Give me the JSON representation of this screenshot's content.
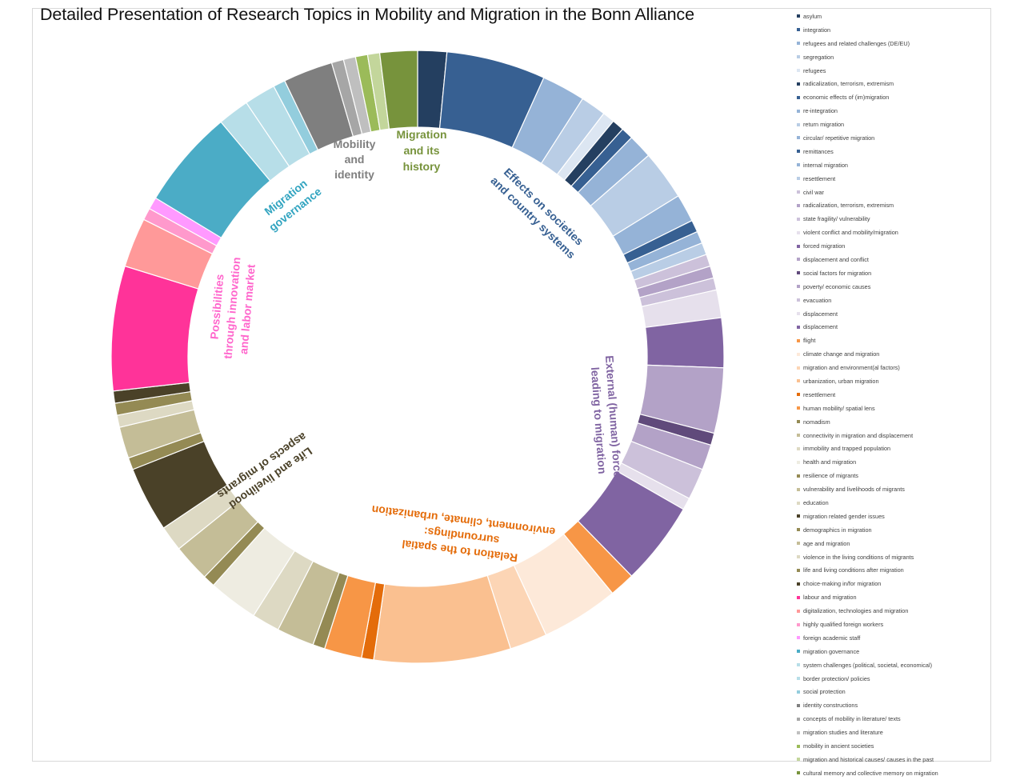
{
  "title": "Detailed Presentation of Research Topics in Mobility and Migration in the Bonn Alliance",
  "groups": [
    {
      "lines": [
        "Migration",
        "and its",
        "history"
      ],
      "color": "#77933c"
    },
    {
      "lines": [
        "Effects on societies",
        "and country systems"
      ],
      "color": "#376092"
    },
    {
      "lines": [
        "External (human) forces",
        "leading to migration"
      ],
      "color": "#8064a2"
    },
    {
      "lines": [
        "Relation to the spatial",
        "surroundings:",
        "environment, climate, urbanization"
      ],
      "color": "#e46c0a"
    },
    {
      "lines": [
        "Life and livelihood",
        "aspects of migrants"
      ],
      "color": "#4a4128"
    },
    {
      "lines": [
        "Possibilities",
        "through innovation",
        "and labor market"
      ],
      "color": "#ff66cc"
    },
    {
      "lines": [
        "Migration",
        "governance"
      ],
      "color": "#31a4c0"
    },
    {
      "lines": [
        "Mobility",
        "and",
        "identity"
      ],
      "color": "#7f7f7f"
    }
  ],
  "chart_data": {
    "type": "pie",
    "variant": "donut",
    "title": "Detailed Presentation of Research Topics in Mobility and Migration in the Bonn Alliance",
    "legend_position": "right",
    "slices": [
      {
        "label": "asylum",
        "value": 2.4,
        "color": "#243f60"
      },
      {
        "label": "integration",
        "value": 8.2,
        "color": "#376092"
      },
      {
        "label": "refugees and related challenges (DE/EU)",
        "value": 3.6,
        "color": "#95b3d7"
      },
      {
        "label": "segregation",
        "value": 2.1,
        "color": "#b9cde5"
      },
      {
        "label": "refugees",
        "value": 1.0,
        "color": "#dce6f2"
      },
      {
        "label": "radicalization, terrorism, extremism",
        "value": 1.0,
        "color": "#243f60"
      },
      {
        "label": "economic effects of (im)migration",
        "value": 1.0,
        "color": "#376092"
      },
      {
        "label": "re-integration",
        "value": 2.0,
        "color": "#95b3d7"
      },
      {
        "label": "return migration",
        "value": 4.1,
        "color": "#b9cde5"
      },
      {
        "label": "circular/ repetitive migration",
        "value": 2.3,
        "color": "#95b3d7"
      },
      {
        "label": "remittances",
        "value": 1.0,
        "color": "#376092"
      },
      {
        "label": "internal migration",
        "value": 1.0,
        "color": "#95b3d7"
      },
      {
        "label": "resettlement",
        "value": 1.0,
        "color": "#b9cde5"
      },
      {
        "label": "civil war",
        "value": 1.0,
        "color": "#ccc1da"
      },
      {
        "label": "radicalization, terrorism, extremism",
        "value": 1.0,
        "color": "#b3a2c7"
      },
      {
        "label": "state fragility/ vulnerability",
        "value": 1.0,
        "color": "#ccc1da"
      },
      {
        "label": "violent conflict and mobility/migration",
        "value": 2.3,
        "color": "#e6e0ec"
      },
      {
        "label": "forced migration",
        "value": 4.1,
        "color": "#8064a2"
      },
      {
        "label": "displacement and conflict",
        "value": 5.4,
        "color": "#b3a2c7"
      },
      {
        "label": "social factors for migration",
        "value": 1.0,
        "color": "#604a7b"
      },
      {
        "label": "poverty/ economic causes",
        "value": 2.1,
        "color": "#b3a2c7"
      },
      {
        "label": "evacuation",
        "value": 2.6,
        "color": "#ccc1da"
      },
      {
        "label": "displacement",
        "value": 1.0,
        "color": "#e6e0ec"
      },
      {
        "label": "displacement",
        "value": 6.9,
        "color": "#8064a2"
      },
      {
        "label": "flight",
        "value": 2.1,
        "color": "#f79646"
      },
      {
        "label": "climate change and migration",
        "value": 6.4,
        "color": "#fde9d9"
      },
      {
        "label": "migration and environment(al factors)",
        "value": 3.1,
        "color": "#fcd5b5"
      },
      {
        "label": "urbanization, urban migration",
        "value": 11.3,
        "color": "#fac090"
      },
      {
        "label": "resettlement",
        "value": 1.0,
        "color": "#e46c0a"
      },
      {
        "label": "human mobility/ spatial lens",
        "value": 3.1,
        "color": "#f79646"
      },
      {
        "label": "nomadism",
        "value": 1.0,
        "color": "#948a54"
      },
      {
        "label": "connectivity in migration and displacement",
        "value": 3.1,
        "color": "#c4bd97"
      },
      {
        "label": "immobility and trapped population",
        "value": 2.3,
        "color": "#ddd9c3"
      },
      {
        "label": "health and migration",
        "value": 4.1,
        "color": "#eeece1"
      },
      {
        "label": "resilience of migrants",
        "value": 1.0,
        "color": "#948a54"
      },
      {
        "label": "vulnerability and livelihoods of migrants",
        "value": 3.1,
        "color": "#c4bd97"
      },
      {
        "label": "education",
        "value": 2.1,
        "color": "#ddd9c3"
      },
      {
        "label": "migration related gender issues",
        "value": 5.4,
        "color": "#4a4128"
      },
      {
        "label": "demographics in migration",
        "value": 1.0,
        "color": "#948a54"
      },
      {
        "label": "age and migration",
        "value": 2.6,
        "color": "#c4bd97"
      },
      {
        "label": "violence in the living conditions of migrants",
        "value": 1.0,
        "color": "#ddd9c3"
      },
      {
        "label": "life and living conditions after migration",
        "value": 1.0,
        "color": "#948a54"
      },
      {
        "label": "choice-making in/for migration",
        "value": 1.0,
        "color": "#4a4128"
      },
      {
        "label": "labour and migration",
        "value": 10.3,
        "color": "#ff3399"
      },
      {
        "label": "digitalization, technologies and migration",
        "value": 4.1,
        "color": "#ff9999"
      },
      {
        "label": "highly qualified foreign workers",
        "value": 1.0,
        "color": "#ff99cc"
      },
      {
        "label": "foreign academic staff",
        "value": 1.0,
        "color": "#ff99ff"
      },
      {
        "label": "migration governance",
        "value": 8.2,
        "color": "#4bacc6"
      },
      {
        "label": "system challenges (political, societal, economical)",
        "value": 2.6,
        "color": "#b7dee8"
      },
      {
        "label": "border protection/ policies",
        "value": 2.6,
        "color": "#b7dee8"
      },
      {
        "label": "social protection",
        "value": 1.0,
        "color": "#93cddd"
      },
      {
        "label": "identity constructions",
        "value": 4.1,
        "color": "#7f7f7f"
      },
      {
        "label": "concepts of mobility in literature/ texts",
        "value": 1.0,
        "color": "#a6a6a6"
      },
      {
        "label": "migration studies and literature",
        "value": 1.0,
        "color": "#bfbfbf"
      },
      {
        "label": "mobility in ancient societies",
        "value": 1.0,
        "color": "#9bbb59"
      },
      {
        "label": "migration and historical causes/ causes in the past",
        "value": 1.0,
        "color": "#c3d69b"
      },
      {
        "label": "cultural memory and collective memory on migration",
        "value": 3.1,
        "color": "#77933c"
      }
    ]
  }
}
